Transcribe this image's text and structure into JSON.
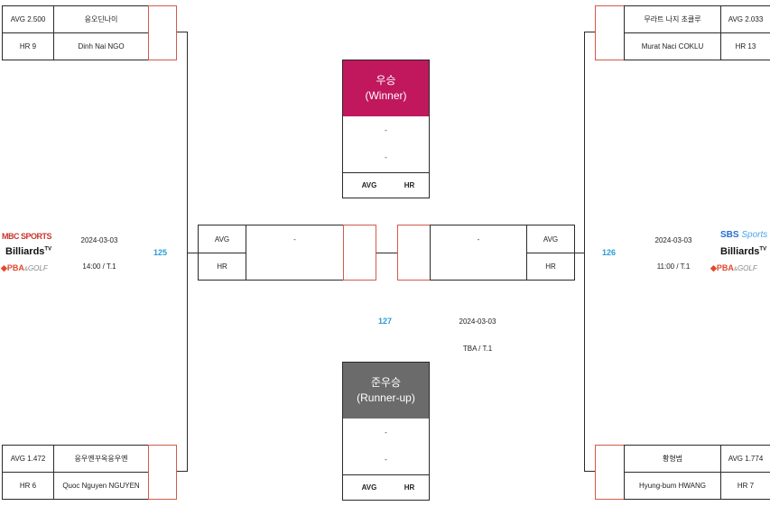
{
  "players": {
    "top_left": {
      "avg": "AVG 2.500",
      "name": "응오딘나이",
      "hr": "HR 9",
      "name_en": "Dinh Nai NGO"
    },
    "bottom_left": {
      "avg": "AVG 1.472",
      "name": "응우옌꾸옥응우옌",
      "hr": "HR 6",
      "name_en": "Quoc Nguyen NGUYEN"
    },
    "top_right": {
      "name": "무라트 나지 초클루",
      "avg": "AVG 2.033",
      "name_en": "Murat Naci COKLU",
      "hr": "HR 13"
    },
    "bottom_right": {
      "name": "황형범",
      "avg": "AVG 1.774",
      "name_en": "Hyung-bum HWANG",
      "hr": "HR 7"
    }
  },
  "matches": {
    "m125": {
      "number": "125",
      "date": "2024-03-03",
      "time": "14:00 / T.1"
    },
    "m126": {
      "number": "126",
      "date": "2024-03-03",
      "time": "11:00 / T.1"
    },
    "m127": {
      "number": "127",
      "date": "2024-03-03",
      "time": "TBA / T.1"
    }
  },
  "final": {
    "left": {
      "avg_label": "AVG",
      "hr_label": "HR",
      "name": "-"
    },
    "right": {
      "avg_label": "AVG",
      "hr_label": "HR",
      "name": "-"
    }
  },
  "winner": {
    "title": "우승",
    "subtitle": "(Winner)",
    "line1": "-",
    "line2": "-",
    "avg_label": "AVG",
    "hr_label": "HR",
    "color": "#c0175d"
  },
  "runner_up": {
    "title": "준우승",
    "subtitle": "(Runner-up)",
    "line1": "-",
    "line2": "-",
    "avg_label": "AVG",
    "hr_label": "HR",
    "color": "#6b6b6b"
  },
  "broadcasters": {
    "left": {
      "line1": "MBC SPORTS",
      "line2": "Billiards",
      "line2_sup": "TV",
      "line3_a": "PBA",
      "line3_b": "GOLF"
    },
    "right": {
      "line1_a": "SBS",
      "line1_b": "Sports",
      "line2": "Billiards",
      "line2_sup": "TV",
      "line3_a": "PBA",
      "line3_b": "GOLF"
    }
  },
  "colors": {
    "accent_red": "#d45a4a",
    "number_blue": "#2a9bd6",
    "winner": "#c0175d",
    "runner_up": "#6b6b6b"
  }
}
